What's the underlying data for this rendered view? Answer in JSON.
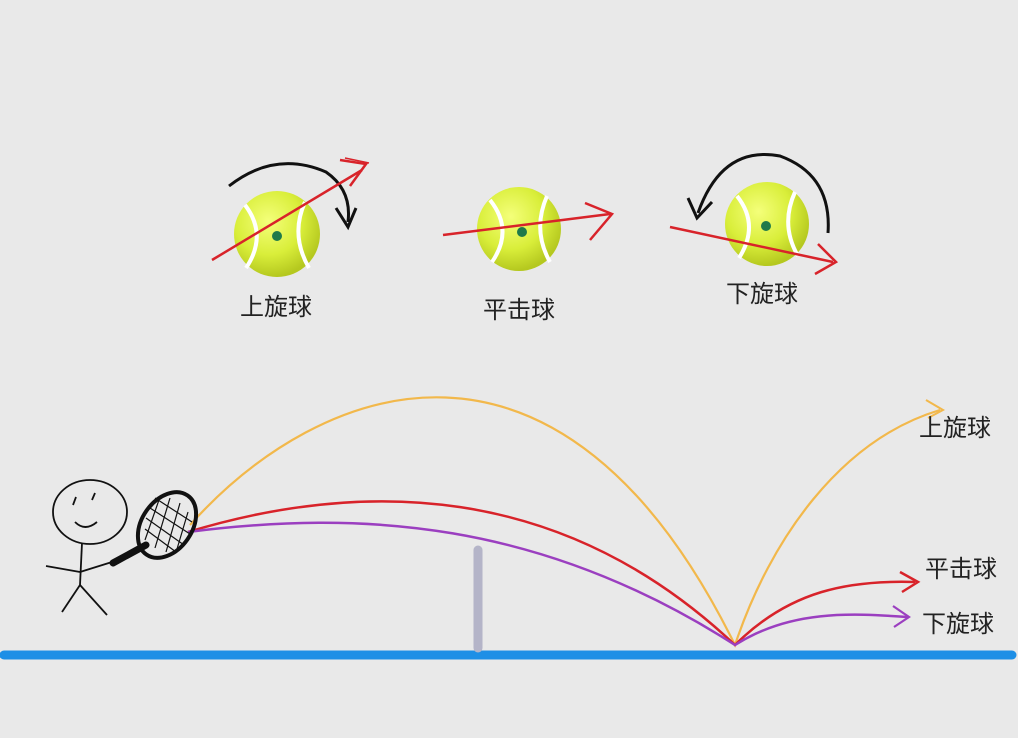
{
  "spin_types": {
    "topspin": "上旋球",
    "flat": "平击球",
    "backspin": "下旋球"
  },
  "trajectory_labels": {
    "topspin": "上旋球",
    "flat": "平击球",
    "backspin": "下旋球"
  },
  "colors": {
    "background": "#e9e9e9",
    "topspin_path": "#f2b84b",
    "flat_path": "#d8232a",
    "backspin_path": "#9b3fc0",
    "ground": "#1e8fe6",
    "net": "#b4b4c8",
    "ball": "#d9ee3a",
    "arrow": "#d8232a",
    "spin_arrow": "#111111"
  }
}
